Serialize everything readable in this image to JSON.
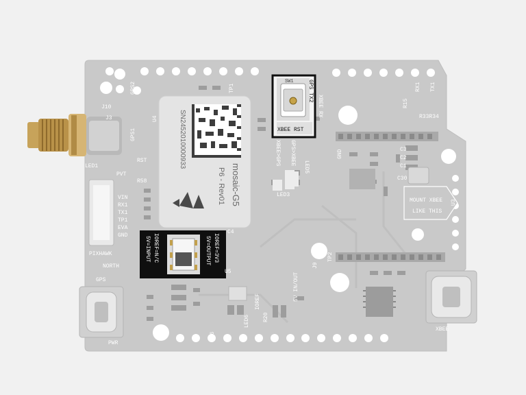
{
  "colors": {
    "background": "#f1f1f1",
    "board": "#c9c9c9",
    "module_shield": "#e4e4e4",
    "highlight_box": "#101010",
    "sma_gold": "#c7a35a"
  },
  "icons": {
    "antenna_connector": "sma-connector-icon",
    "module_logo": "mosaic-logo-icon"
  },
  "board": {
    "silkscreen": {
      "gps2": "GPS2",
      "gps1": "GPS1",
      "j10": "J10",
      "j3": "J3",
      "u4": "U4",
      "tp1": "TP1",
      "rst": "RST",
      "led1": "LED1",
      "pvt": "PVT",
      "r58": "R58",
      "pins": [
        "VIN",
        "RX1",
        "TX1",
        "TP1",
        "EVA",
        "GND"
      ],
      "pixhawk": "PIXHAWK",
      "north": "NORTH",
      "gps": "GPS",
      "pwr": "PWR",
      "gnd": "GND",
      "xbee_bottom": "XBEE",
      "mount_xbee": [
        "MOUNT XBEE",
        "LIKE THIS"
      ],
      "u3": "U3",
      "five_v_in_out": "5V IN/OUT",
      "ioref": "IOREF",
      "rx1": "RX1",
      "tx1": "TX1",
      "r15": "R15",
      "r33r34": "R33R34",
      "xbee_rx": "XBEE RX",
      "led5": "LED5",
      "led3": "LED3",
      "xbee_gps": "XBEE>GPS",
      "gps_xbee": "GPS>XBEE",
      "c30": "C30",
      "j9": "J9",
      "tp2": "TP2",
      "r20": "R20",
      "led6": "LED6",
      "c36": "C36",
      "c4": "C4",
      "u5": "U5",
      "c1": "C1",
      "c2": "C2",
      "c3": "C3"
    },
    "module": {
      "serial": "SN2452010000933",
      "brand": "mosaic-G5",
      "part": "P6 - Rev01"
    },
    "highlight_switch": {
      "name": "SW1",
      "top_label": "GPS TX2",
      "bottom_label": "XBEE RST"
    },
    "highlight_voltage": {
      "left": [
        "IOREF=N/C",
        "5V=INPUT"
      ],
      "right": [
        "IOREF=3V3",
        "5V=OUTPUT"
      ]
    }
  }
}
